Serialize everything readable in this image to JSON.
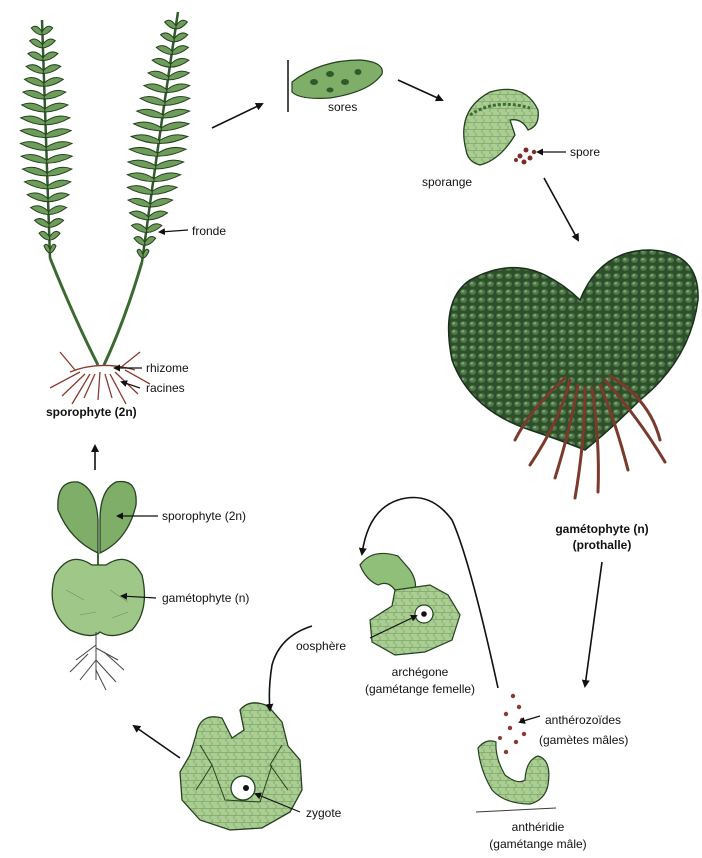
{
  "labels": {
    "sores": "sores",
    "spore": "spore",
    "sporange": "sporange",
    "fronde": "fronde",
    "rhizome": "rhizome",
    "racines": "racines",
    "sporophyte_main": "sporophyte (2n)",
    "gametophyte_n": "gamétophyte (n)",
    "prothalle": "(prothalle)",
    "sporophyte_young": "sporophyte (2n)",
    "gametophyte_young": "gamétophyte (n)",
    "oosphere": "oosphère",
    "archegone": "archégone",
    "gametange_femelle": "(gamétange femelle)",
    "antherozoides": "anthérozoïdes",
    "gametes_males": "(gamètes mâles)",
    "antheridie": "anthéridie",
    "gametange_male": "(gamétange mâle)",
    "zygote": "zygote"
  },
  "colors": {
    "leaf_fill": "#6e9c5a",
    "leaf_light": "#b9d6a6",
    "leaf_dark": "#2f5a2a",
    "prothalle_fill": "#2f4f2c",
    "root": "#8a3a2e",
    "ink": "#111111"
  }
}
